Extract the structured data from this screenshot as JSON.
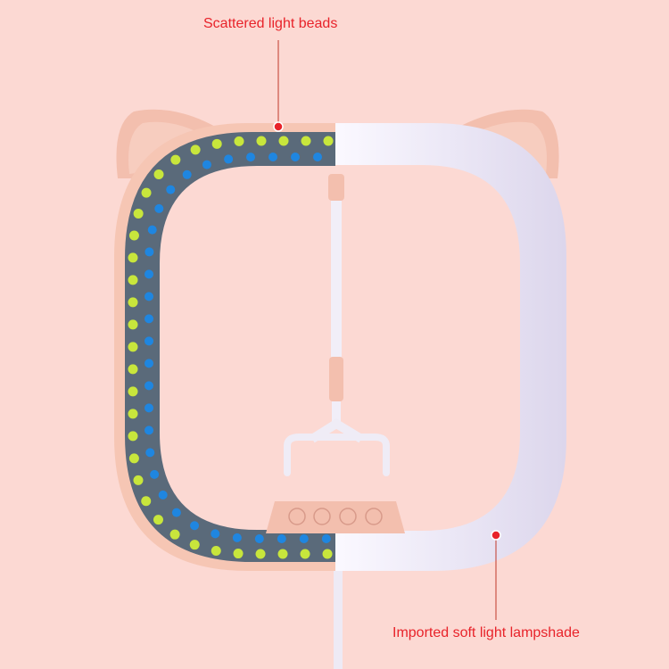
{
  "annotations": {
    "beads_label": "Scattered light beads",
    "shade_label": "Imported soft light lampshade"
  },
  "colors": {
    "background": "#fcd9d3",
    "ring_pink": "#f6c6b4",
    "ring_white": "#f4f1fb",
    "bead_yellow": "#c8e63c",
    "bead_blue": "#1f86e0",
    "annotation_red": "#e8232a"
  },
  "controller": {
    "button_count": 4
  }
}
